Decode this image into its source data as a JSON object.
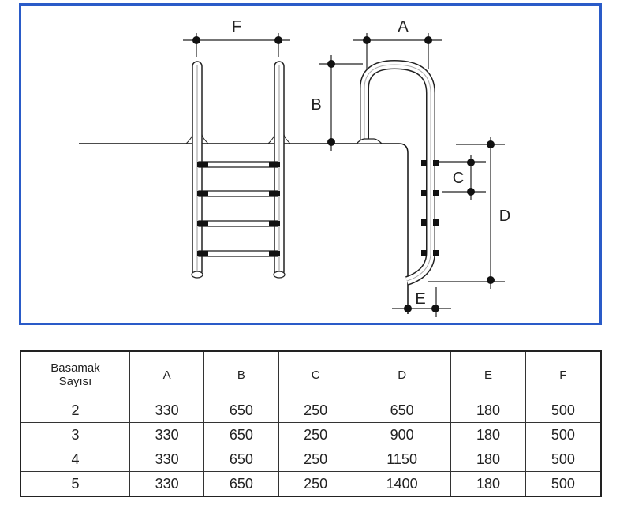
{
  "diagram": {
    "title": "Pool ladder dimension diagram",
    "labels": {
      "A": "A",
      "B": "B",
      "C": "C",
      "D": "D",
      "E": "E",
      "F": "F"
    },
    "frame_color": "#2a5bc8"
  },
  "table": {
    "header": [
      "Basamak Sayısı",
      "A",
      "B",
      "C",
      "D",
      "E",
      "F"
    ],
    "header_first_line1": "Basamak",
    "header_first_line2": "Sayısı",
    "rows": [
      [
        "2",
        "330",
        "650",
        "250",
        "650",
        "180",
        "500"
      ],
      [
        "3",
        "330",
        "650",
        "250",
        "900",
        "180",
        "500"
      ],
      [
        "4",
        "330",
        "650",
        "250",
        "1150",
        "180",
        "500"
      ],
      [
        "5",
        "330",
        "650",
        "250",
        "1400",
        "180",
        "500"
      ]
    ]
  }
}
